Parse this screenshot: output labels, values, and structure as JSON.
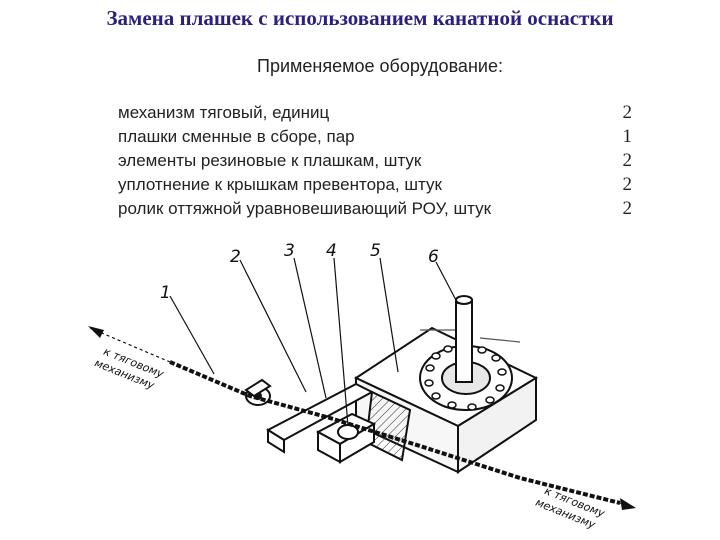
{
  "title": "Замена плашек с использованием канатной оснастки",
  "subtitle": "Применяемое оборудование:",
  "equipment": [
    {
      "name": "механизм тяговый, единиц",
      "qty": "2"
    },
    {
      "name": "плашки сменные в сборе, пар",
      "qty": "1"
    },
    {
      "name": "элементы резиновые к плашкам, штук",
      "qty": "2"
    },
    {
      "name": "уплотнение к крышкам превентора, штук",
      "qty": "2"
    },
    {
      "name": "ролик оттяжной уравновешивающий РОУ, штук",
      "qty": "2"
    }
  ],
  "diagram": {
    "callouts": [
      "1",
      "2",
      "3",
      "4",
      "5",
      "6"
    ],
    "rope_left_label": [
      "к тяговому",
      "механизму"
    ],
    "rope_right_label": [
      "к тяговому",
      "механизму"
    ]
  }
}
